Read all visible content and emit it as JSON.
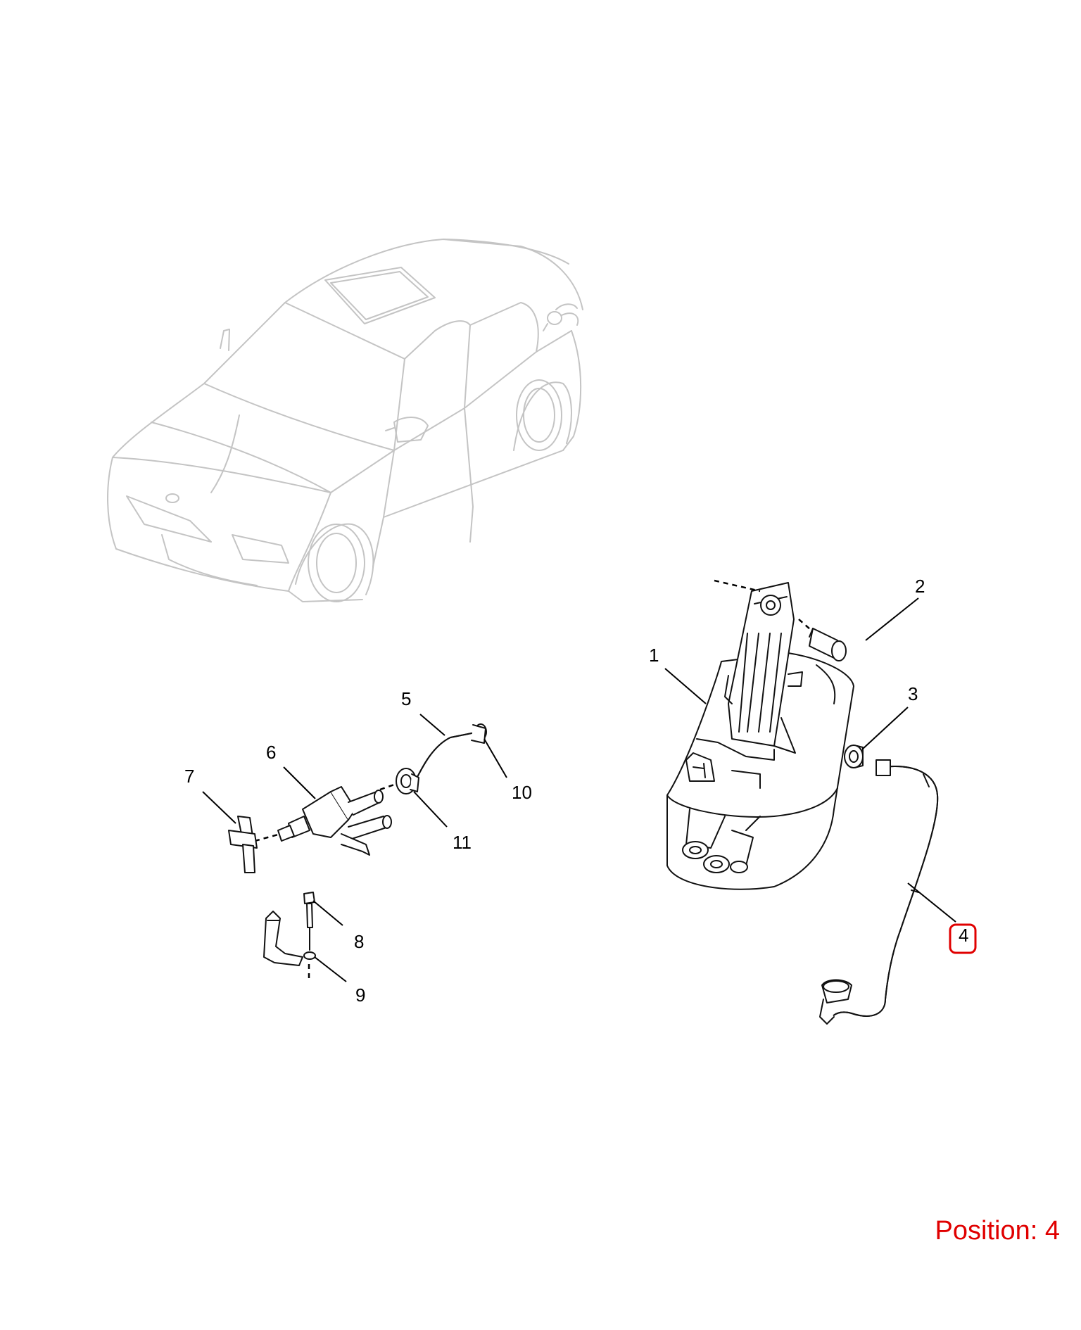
{
  "callouts": {
    "c1": "1",
    "c2": "2",
    "c3": "3",
    "c4": "4",
    "c5": "5",
    "c6": "6",
    "c7": "7",
    "c8": "8",
    "c9": "9",
    "c10": "10",
    "c11": "11"
  },
  "position_label": "Position: 4",
  "colors": {
    "highlight": "#e00000",
    "line": "#111111",
    "car": "#c4c4c4"
  },
  "highlighted_part": "4"
}
